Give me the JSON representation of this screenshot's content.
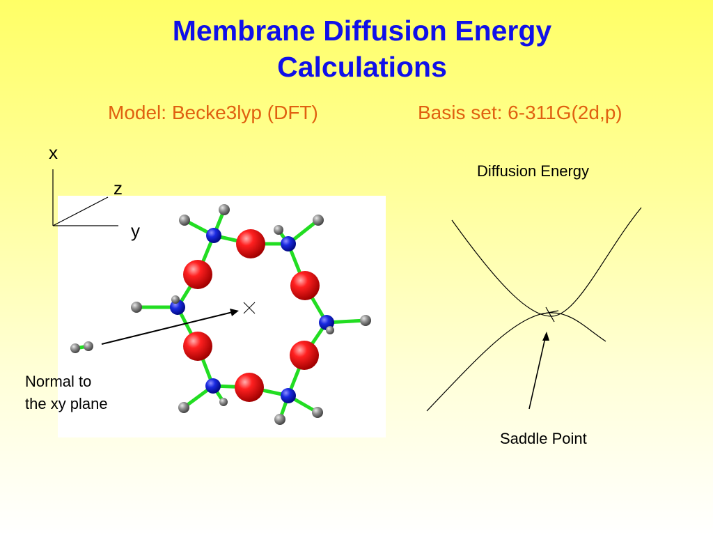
{
  "slide": {
    "title_line1": "Membrane Diffusion Energy",
    "title_line2": "Calculations",
    "model": "Model: Becke3lyp (DFT)",
    "basis": "Basis set: 6-311G(2d,p)"
  },
  "axes": {
    "x": "x",
    "y": "y",
    "z": "z"
  },
  "molecule": {
    "note_line1": "Normal to",
    "note_line2": "the xy plane",
    "colors": {
      "oxygen": "#e00000",
      "nitrogen": "#1020d0",
      "hydrogen": "#888888",
      "bond": "#22dd22"
    }
  },
  "energy_plot": {
    "title": "Diffusion Energy",
    "saddle_label": "Saddle Point"
  },
  "theme": {
    "title_color": "#1010e8",
    "subtitle_color": "#e06010"
  }
}
